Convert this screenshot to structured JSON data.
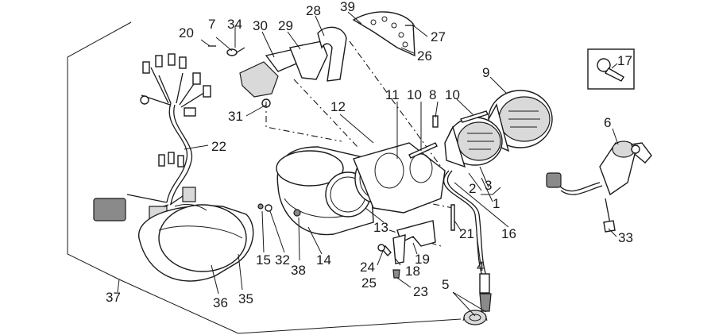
{
  "callouts": [
    "1",
    "2",
    "3",
    "4",
    "5",
    "6",
    "7",
    "8",
    "9",
    "10",
    "10",
    "11",
    "12",
    "13",
    "14",
    "15",
    "16",
    "17",
    "18",
    "19",
    "20",
    "21",
    "22",
    "23",
    "24",
    "25",
    "26",
    "27",
    "28",
    "29",
    "30",
    "31",
    "32",
    "33",
    "34",
    "35",
    "36",
    "37",
    "38",
    "39"
  ]
}
